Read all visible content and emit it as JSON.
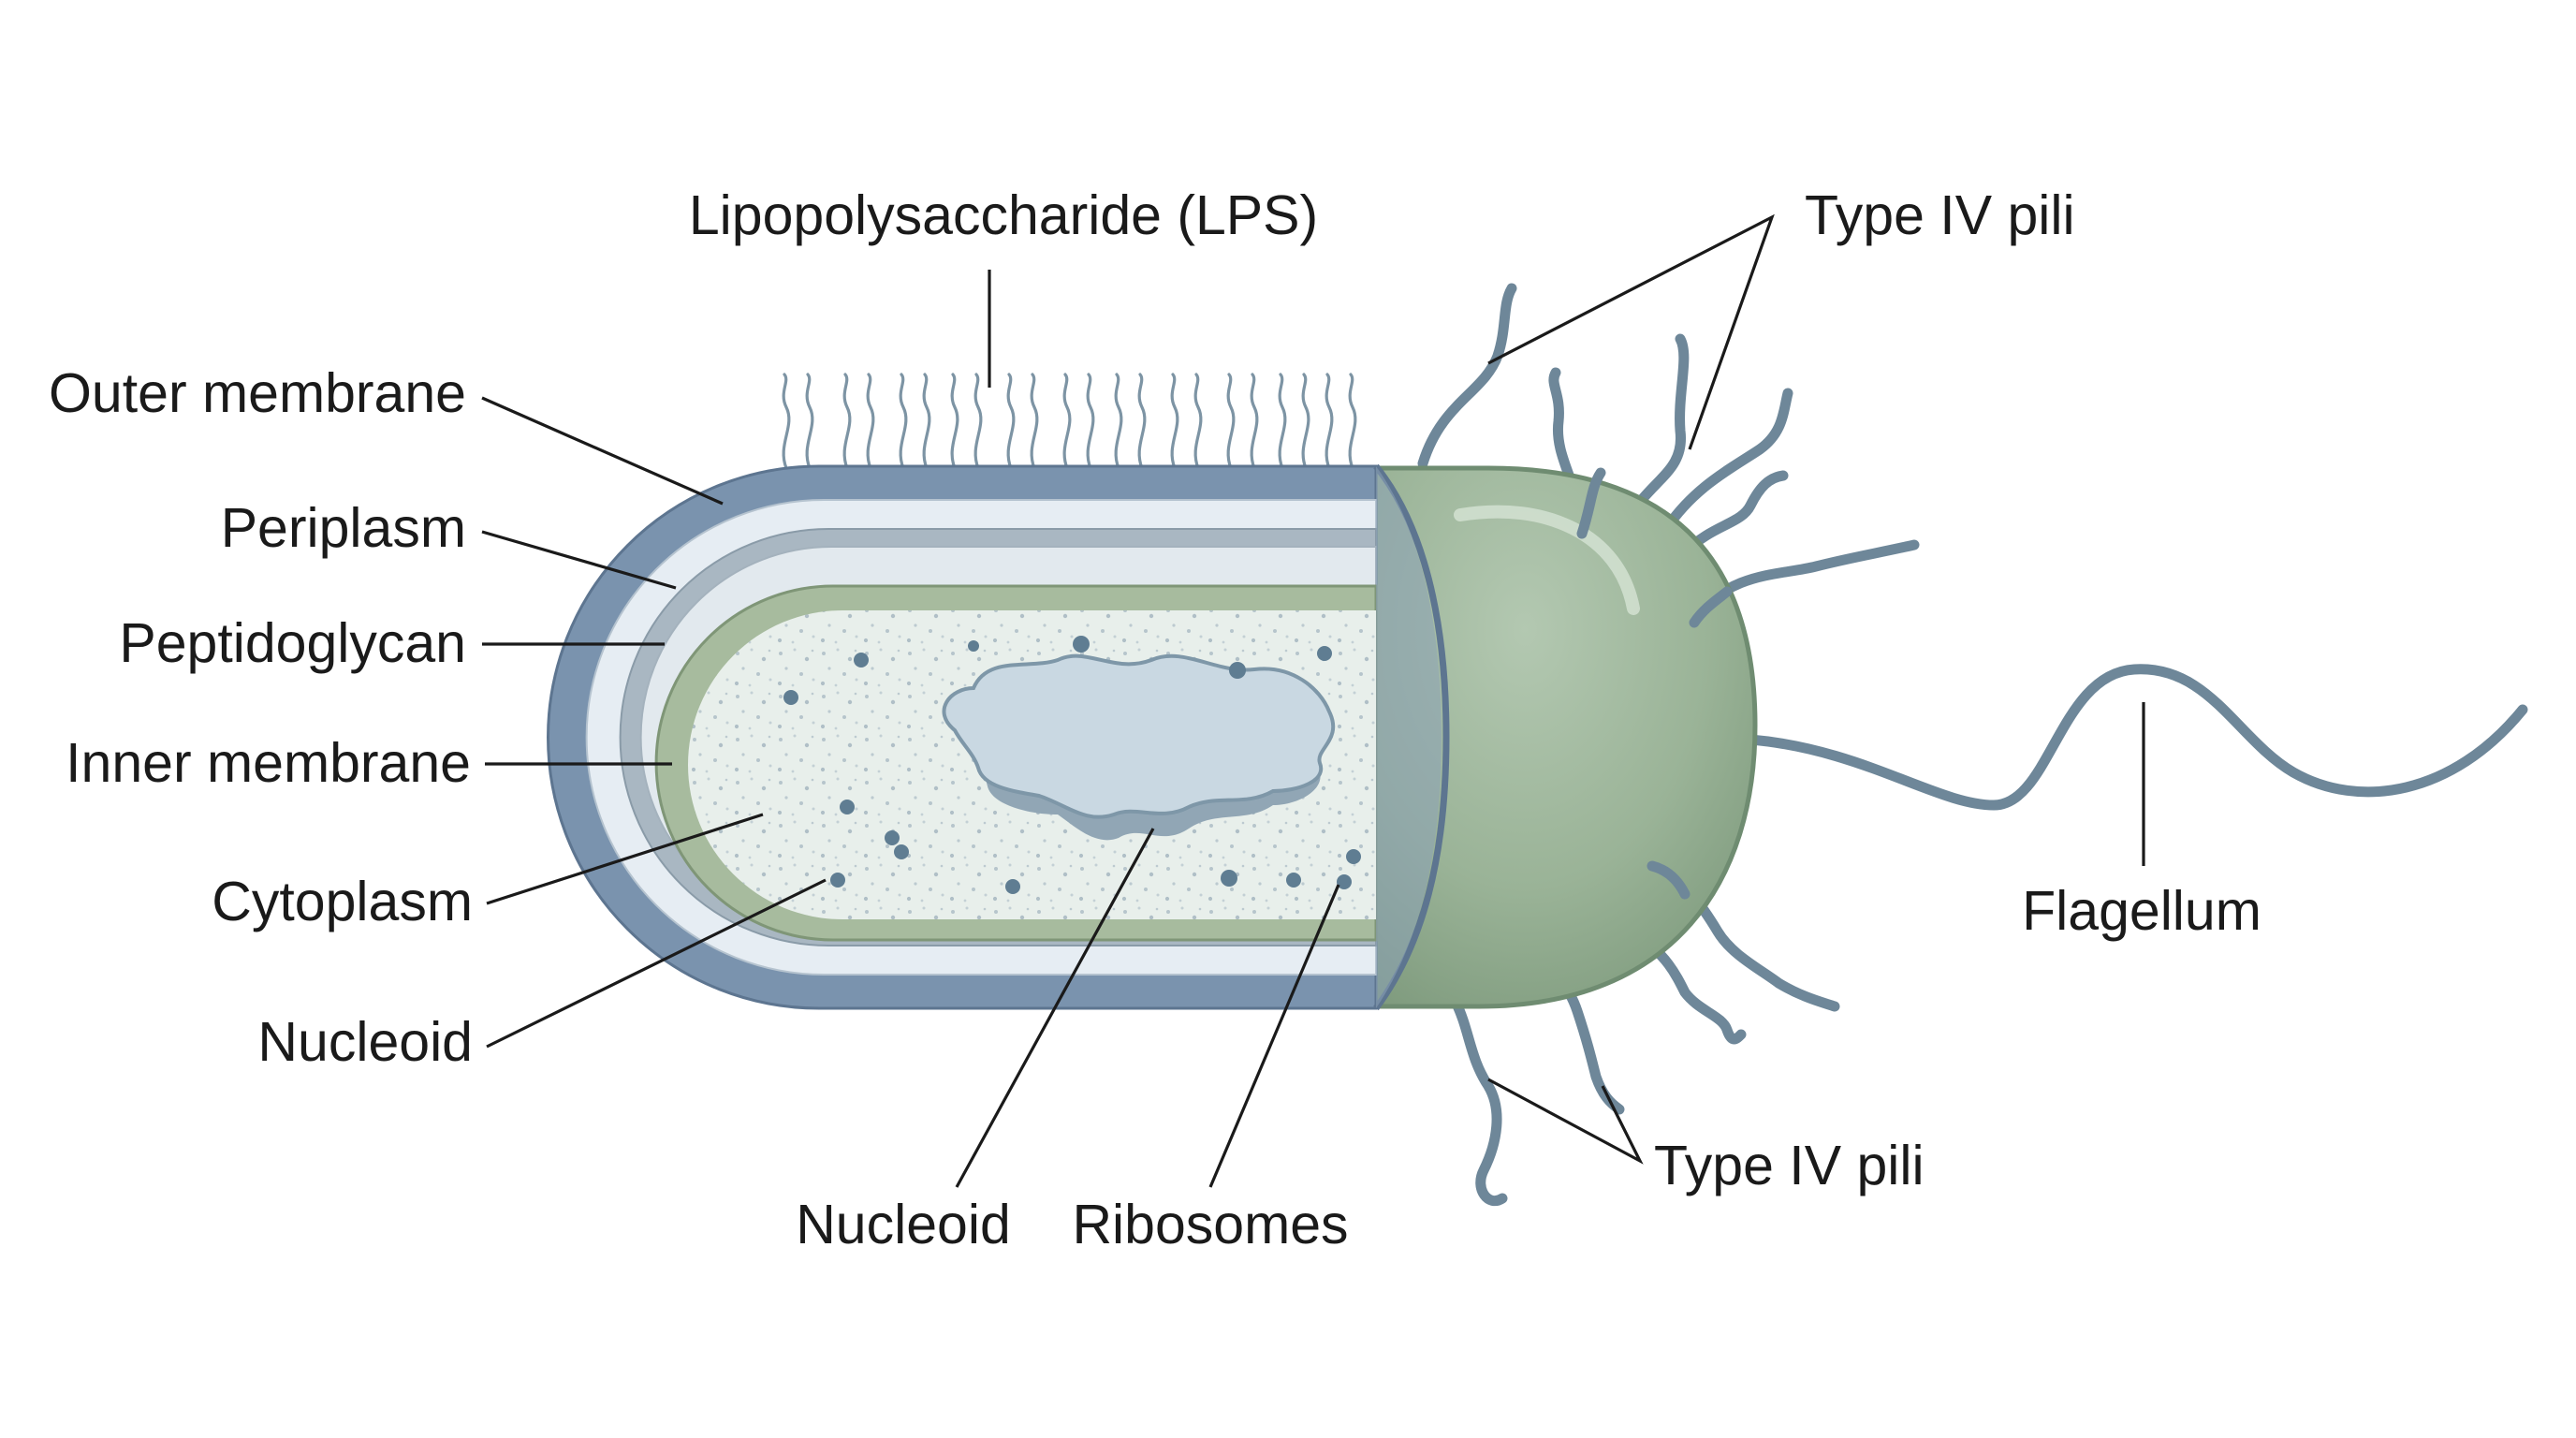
{
  "labels": {
    "lps": "Lipopolysaccharide (LPS)",
    "outer_membrane": "Outer membrane",
    "periplasm": "Periplasm",
    "peptidoglycan": "Peptidoglycan",
    "inner_membrane": "Inner membrane",
    "cytoplasm": "Cytoplasm",
    "nucleoid_left": "Nucleoid",
    "nucleoid_bottom": "Nucleoid",
    "ribosomes": "Ribosomes",
    "type_iv_pili_top": "Type IV pili",
    "type_iv_pili_bottom": "Type IV pili",
    "flagellum": "Flagellum"
  },
  "colors": {
    "outer_membrane": "#7a93ae",
    "periplasm": "#e6edf3",
    "peptidoglycan": "#a9b7c2",
    "inner_membrane": "#a7bb9e",
    "cytoplasm": "#e8efeb",
    "nucleoid": "#c9d8e2",
    "ribosome": "#5f7d92",
    "cap": "#9db69b",
    "pili": "#6e8799",
    "leader_lines": "#1a1a1a"
  }
}
